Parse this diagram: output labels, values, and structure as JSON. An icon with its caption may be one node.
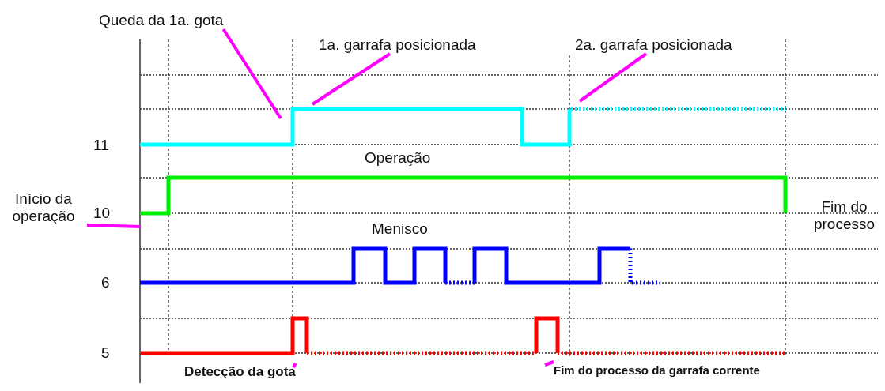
{
  "diagram": {
    "nodes": [
      {
        "text": [
          "Queda da 1a. gota"
        ]
      },
      {
        "text": [
          "1a. garrafa posicionada"
        ]
      },
      {
        "text": [
          "2a. garrafa posicionada"
        ]
      },
      {
        "text": [
          "Início da operação"
        ]
      },
      {
        "text": [
          "Detecção da gota"
        ]
      },
      {
        "text": [
          "Fim do processo da garrafa corrente"
        ]
      }
    ],
    "edges": [
      {
        "from": 0,
        "to": null,
        "arrow": "none"
      },
      {
        "from": 1,
        "to": null,
        "arrow": "none"
      },
      {
        "from": 2,
        "to": null,
        "arrow": "none"
      },
      {
        "from": 3,
        "to": null,
        "arrow": "none"
      },
      {
        "from": 4,
        "to": null,
        "arrow": "none"
      },
      {
        "from": 5,
        "to": null,
        "arrow": "none"
      }
    ],
    "labels": [
      "11",
      "Operação",
      "10",
      "Fim do processo",
      "Menisco",
      "6",
      "5"
    ]
  }
}
